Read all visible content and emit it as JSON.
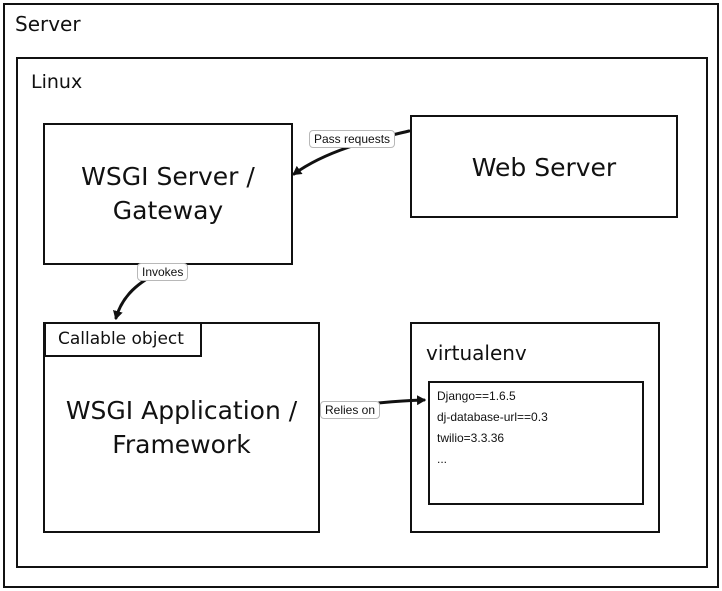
{
  "server": {
    "title": "Server"
  },
  "linux": {
    "title": "Linux"
  },
  "wsgi_server": {
    "line1": "WSGI Server /",
    "line2": "Gateway"
  },
  "web_server": {
    "title": "Web Server"
  },
  "wsgi_app": {
    "tag": "Callable object",
    "line1": "WSGI Application /",
    "line2": "Framework"
  },
  "virtualenv": {
    "title": "virtualenv",
    "requirements": [
      "Django==1.6.5",
      "dj-database-url==0.3",
      "twilio=3.3.36",
      "..."
    ]
  },
  "connectors": {
    "pass_requests": "Pass requests",
    "invokes": "Invokes",
    "relies_on": "Relies on"
  }
}
